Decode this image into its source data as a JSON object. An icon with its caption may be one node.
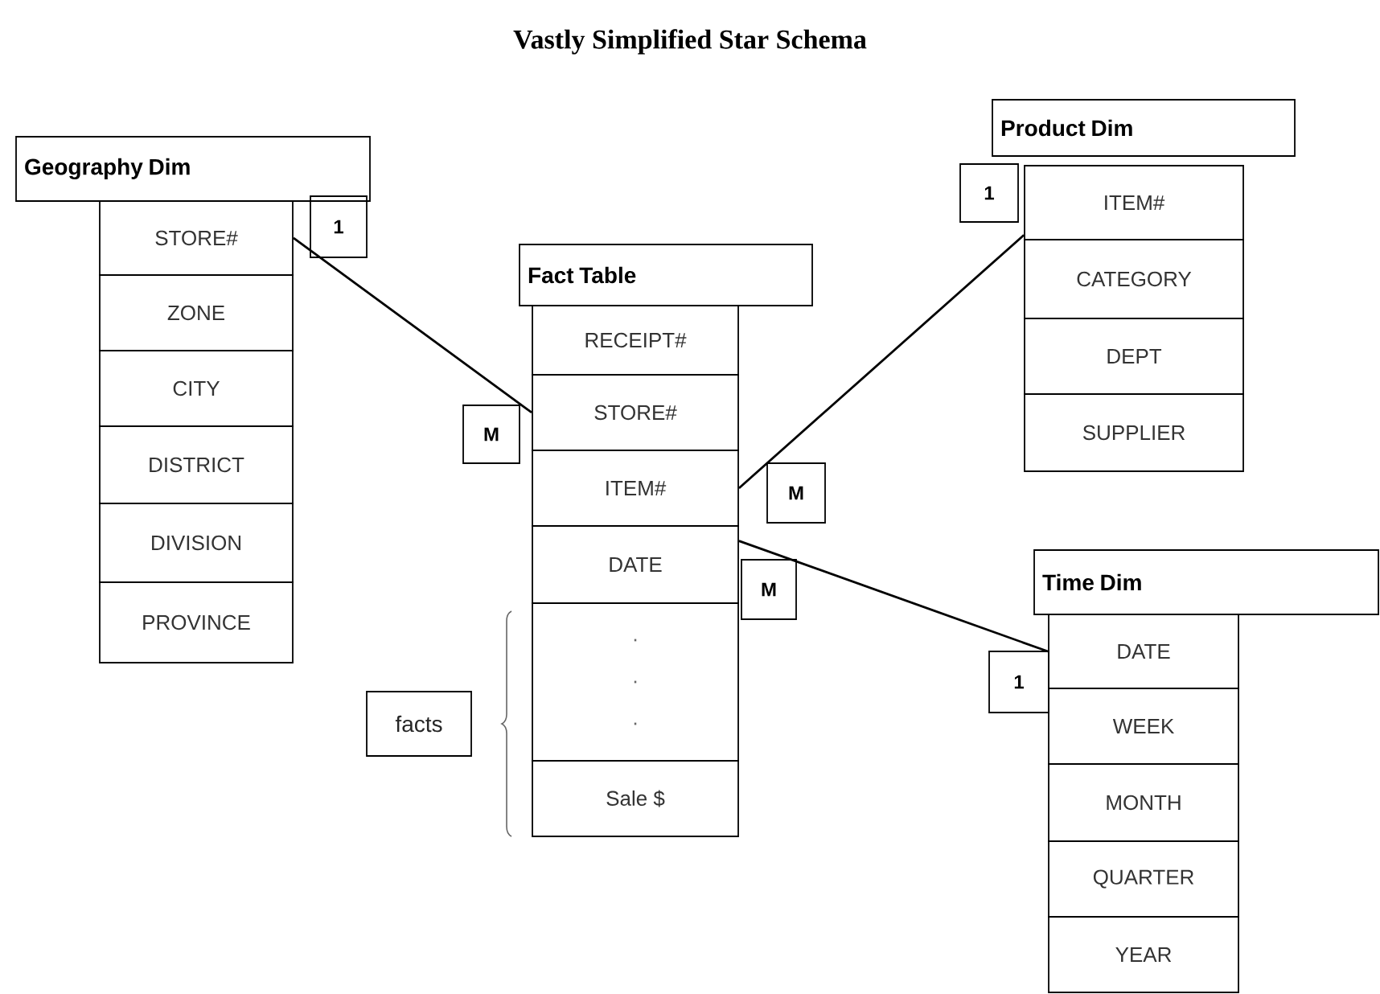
{
  "diagram": {
    "title": "Vastly Simplified Star Schema",
    "nodes": [
      {
        "text": [
          "Geography Dim"
        ]
      },
      {
        "text": [
          "STORE#"
        ]
      },
      {
        "text": [
          "ZONE"
        ]
      },
      {
        "text": [
          "CITY"
        ]
      },
      {
        "text": [
          "DISTRICT"
        ]
      },
      {
        "text": [
          "DIVISION"
        ]
      },
      {
        "text": [
          "PROVINCE"
        ]
      },
      {
        "text": [
          "Fact Table"
        ]
      },
      {
        "text": [
          "RECEIPT#"
        ]
      },
      {
        "text": [
          "STORE#"
        ]
      },
      {
        "text": [
          "ITEM#"
        ]
      },
      {
        "text": [
          "DATE"
        ]
      },
      {
        "text": [
          ". . ."
        ]
      },
      {
        "text": [
          "Sale $"
        ]
      },
      {
        "text": [
          "facts"
        ]
      },
      {
        "text": [
          "Product Dim"
        ]
      },
      {
        "text": [
          "ITEM#"
        ]
      },
      {
        "text": [
          "CATEGORY"
        ]
      },
      {
        "text": [
          "DEPT"
        ]
      },
      {
        "text": [
          "SUPPLIER"
        ]
      },
      {
        "text": [
          "Time Dim"
        ]
      },
      {
        "text": [
          "DATE"
        ]
      },
      {
        "text": [
          "WEEK"
        ]
      },
      {
        "text": [
          "MONTH"
        ]
      },
      {
        "text": [
          "QUARTER"
        ]
      },
      {
        "text": [
          "YEAR"
        ]
      },
      {
        "text": [
          "1"
        ]
      },
      {
        "text": [
          "M"
        ]
      },
      {
        "text": [
          "1"
        ]
      },
      {
        "text": [
          "M"
        ]
      },
      {
        "text": [
          "M"
        ]
      },
      {
        "text": [
          "1"
        ]
      }
    ],
    "edges": [
      {
        "from": 1,
        "to": 9,
        "arrow": "none"
      },
      {
        "from": 10,
        "to": 16,
        "arrow": "none"
      },
      {
        "from": 11,
        "to": 21,
        "arrow": "none"
      }
    ]
  }
}
